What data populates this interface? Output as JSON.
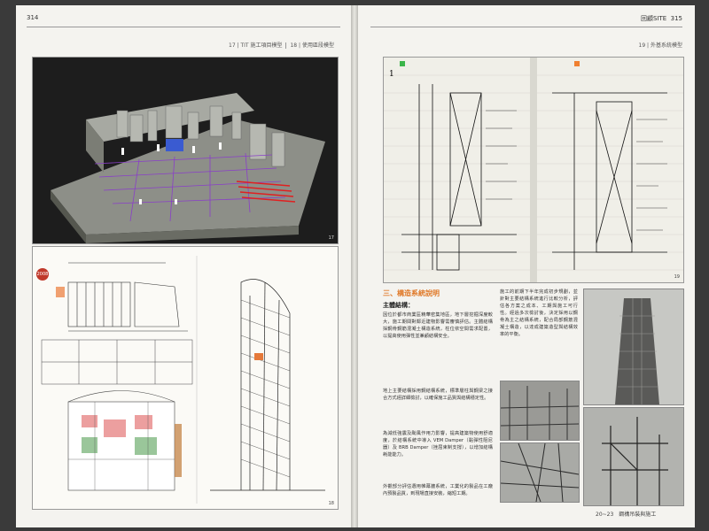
{
  "left_page": {
    "page_number": "314",
    "section_tabs": [
      "17 | TIT 施工項目模型",
      "18 | 使用區段模型"
    ],
    "figures": [
      {
        "number": "17"
      },
      {
        "number": "18"
      }
    ],
    "sketch_badge": "2008"
  },
  "right_page": {
    "page_number": "315",
    "running_head": "回顧SITE",
    "section_tab": "19 | 外基系統模型",
    "figure_number": "19",
    "notebook_page_number": "1",
    "section_title": "三、構造系統說明",
    "subheading": "主體結構：",
    "paragraphs": [
      "因位於都市商業區精華密集地區，地下層挖掘深度較大，施工期間對鄰近建物影響需審慎評估。主體結構採鋼骨鋼筋混凝土構造系統，柱位依空間需求配置，以提高使用彈性並兼顧結構安全。",
      "地上主要結構採用鋼結構系統，標準層柱與鋼梁之接合方式經詳細檢討，以確保施工品質與結構穩定性。",
      "為減低強震及颱風作用力影響，提高建築物使用舒適度，於結構系統中導入 VEM Damper（黏彈性阻尼器）及 BRB Damper（挫屈束制支撐），以增加結構耗能能力。",
      "外觀部分評估選用帷幕牆系統，工業化的製品在工廠內預製品質，到現場直接安裝，縮短工期。"
    ],
    "right_column_paragraph": "施工的前期下半年完成初步規劃，並針對主要結構系統進行比較分析，評估各方案之成本、工期與施工可行性。經過多次檢討後，決定採用以鋼骨為主之結構系統，配合局部鋼筋混凝土構造，以達成建築造型與結構效率的平衡。",
    "footer": "20~23　鋼構吊裝與施工"
  }
}
